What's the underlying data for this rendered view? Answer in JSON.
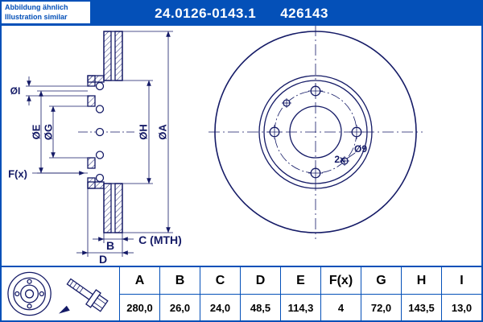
{
  "header": {
    "part_number": "24.0126-0143.1",
    "ref_number": "426143"
  },
  "note": {
    "line1": "Abbildung ähnlich",
    "line2": "Illustration similar"
  },
  "drawing": {
    "labels": {
      "dia_i": "ØI",
      "dia_e": "ØE",
      "dia_g": "ØG",
      "dia_h": "ØH",
      "dia_a": "ØA",
      "f": "F(x)",
      "b": "B",
      "c": "C (MTH)",
      "d": "D",
      "hole_count": "2x",
      "hole_dia": "Ø9"
    }
  },
  "table": {
    "columns": [
      {
        "label": "A",
        "value": "280,0"
      },
      {
        "label": "B",
        "value": "26,0"
      },
      {
        "label": "C",
        "value": "24,0"
      },
      {
        "label": "D",
        "value": "48,5"
      },
      {
        "label": "E",
        "value": "114,3"
      },
      {
        "label": "F(x)",
        "value": "4"
      },
      {
        "label": "G",
        "value": "72,0"
      },
      {
        "label": "H",
        "value": "143,5"
      },
      {
        "label": "I",
        "value": "13,0"
      }
    ]
  },
  "colors": {
    "accent": "#0450b8",
    "line": "#141a66"
  }
}
